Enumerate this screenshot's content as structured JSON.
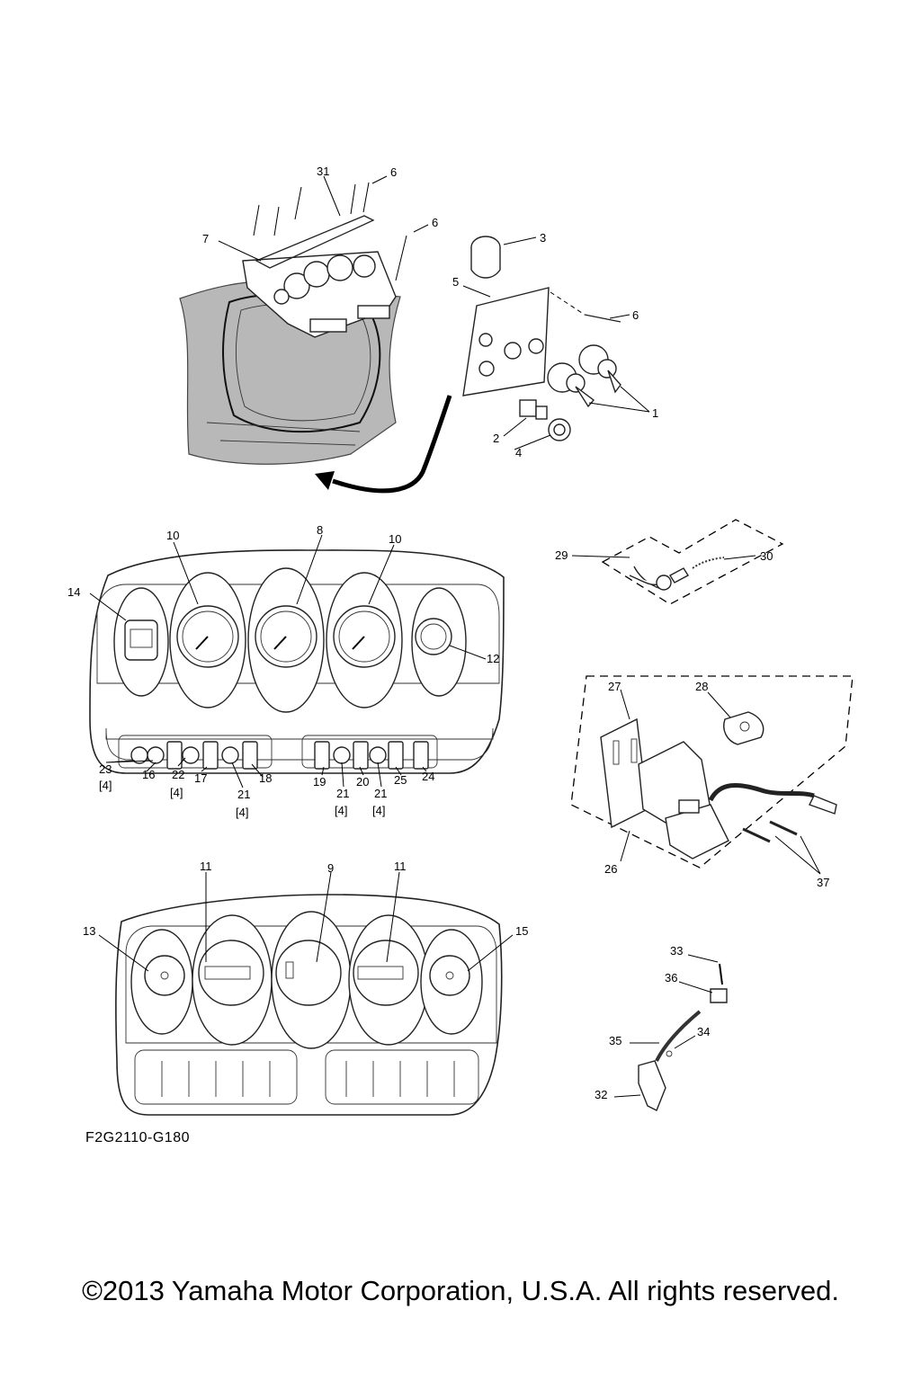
{
  "diagram_code": "F2G2110-G180",
  "copyright": "©2013 Yamaha Motor Corporation, U.S.A. All rights reserved.",
  "callouts": {
    "c1": "1",
    "c2": "2",
    "c3": "3",
    "c4": "4",
    "c5": "5",
    "c6a": "6",
    "c6b": "6",
    "c6c": "6",
    "c7": "7",
    "c31": "31",
    "c8": "8",
    "c10a": "10",
    "c10b": "10",
    "c12": "12",
    "c14": "14",
    "c16": "16",
    "c17": "17",
    "c18": "18",
    "c19": "19",
    "c20": "20",
    "c21a": "21",
    "c21b": "21",
    "c21c": "21",
    "c22": "22",
    "c23": "23",
    "c24": "24",
    "c25": "25",
    "q21a": "[4]",
    "q21b": "[4]",
    "q21c": "[4]",
    "q22": "[4]",
    "q23": "[4]",
    "c9": "9",
    "c11a": "11",
    "c11b": "11",
    "c13": "13",
    "c15": "15",
    "c26": "26",
    "c27": "27",
    "c28": "28",
    "c29": "29",
    "c30": "30",
    "c32": "32",
    "c33": "33",
    "c34": "34",
    "c35": "35",
    "c36": "36",
    "c37": "37"
  }
}
